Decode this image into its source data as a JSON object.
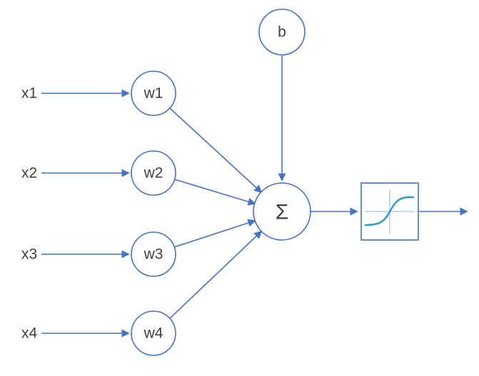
{
  "diagram": {
    "inputs": [
      {
        "label": "x1"
      },
      {
        "label": "x2"
      },
      {
        "label": "x3"
      },
      {
        "label": "x4"
      }
    ],
    "weights": [
      {
        "label": "w1"
      },
      {
        "label": "w2"
      },
      {
        "label": "w3"
      },
      {
        "label": "w4"
      }
    ],
    "bias": {
      "label": "b"
    },
    "summation": {
      "label": "Σ"
    },
    "activation": {
      "icon": "sigmoid-activation-icon"
    },
    "colors": {
      "stroke": "#4472C4",
      "text": "#3F3F3F",
      "curve": "#2E9BC7",
      "axis": "#9DC3E6",
      "background": "#FFFFFF"
    }
  }
}
